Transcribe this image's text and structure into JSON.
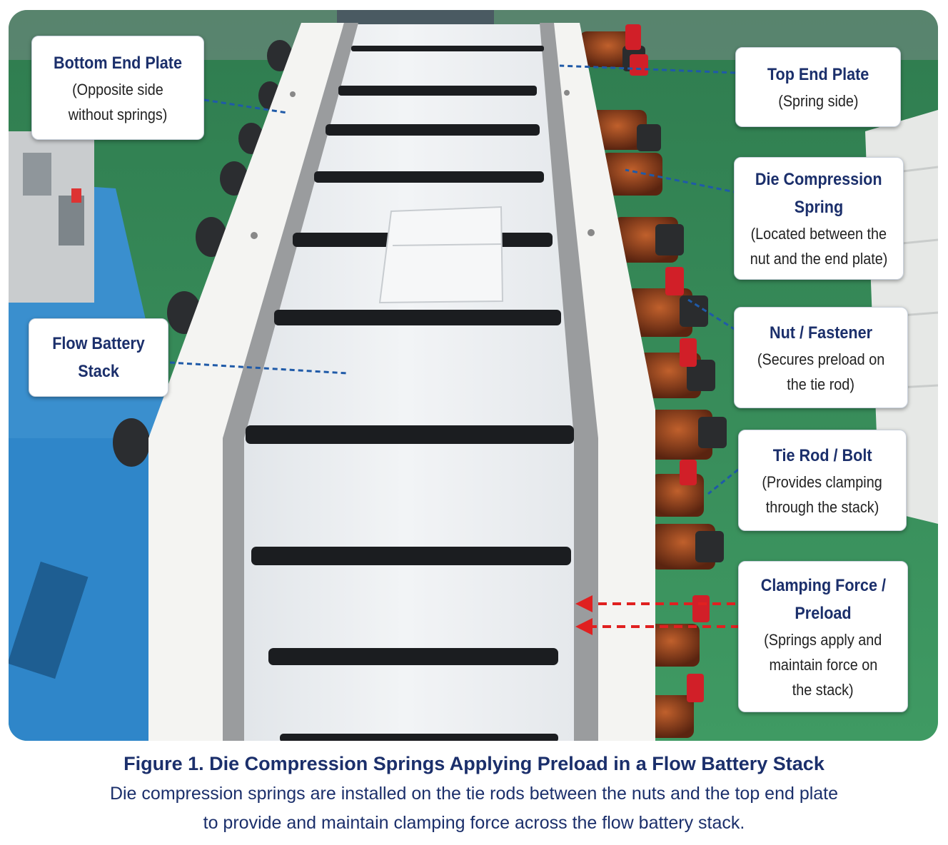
{
  "callouts": [
    {
      "id": "bottom-end-plate",
      "title": [
        "Bottom End Plate"
      ],
      "desc": [
        "(Opposite side",
        "without springs)"
      ]
    },
    {
      "id": "top-end-plate",
      "title": [
        "Top End Plate"
      ],
      "desc": [
        "(Spring side)"
      ]
    },
    {
      "id": "die-compression-spring",
      "title": [
        "Die Compression",
        "Spring"
      ],
      "desc": [
        "(Located between the",
        "nut and the end plate)"
      ]
    },
    {
      "id": "flow-battery-stack",
      "title": [
        "Flow Battery",
        "Stack"
      ],
      "desc": []
    },
    {
      "id": "nut-fastener",
      "title": [
        "Nut / Fastener"
      ],
      "desc": [
        "(Secures preload on",
        "the tie rod)"
      ]
    },
    {
      "id": "tie-rod-bolt",
      "title": [
        "Tie Rod / Bolt"
      ],
      "desc": [
        "(Provides clamping",
        "through the stack)"
      ]
    },
    {
      "id": "clamping-force",
      "title": [
        "Clamping Force /",
        "Preload"
      ],
      "desc": [
        "(Springs apply and",
        "maintain force on",
        "the stack)"
      ]
    }
  ],
  "caption": {
    "title": "Figure 1. Die Compression Springs Applying Preload in a Flow Battery Stack",
    "body_line1": "Die compression springs are installed on the tie rods between the nuts and the top end plate",
    "body_line2": "to provide and maintain clamping force across the flow battery stack."
  },
  "colors": {
    "title_navy": "#1b2f6b",
    "leader_blue": "#1f5aa8",
    "force_arrow_red": "#e02020",
    "floor_green": "#3f9a63",
    "pallet_blue": "#2f86c9",
    "spring_copper": "#8a3a1c"
  }
}
